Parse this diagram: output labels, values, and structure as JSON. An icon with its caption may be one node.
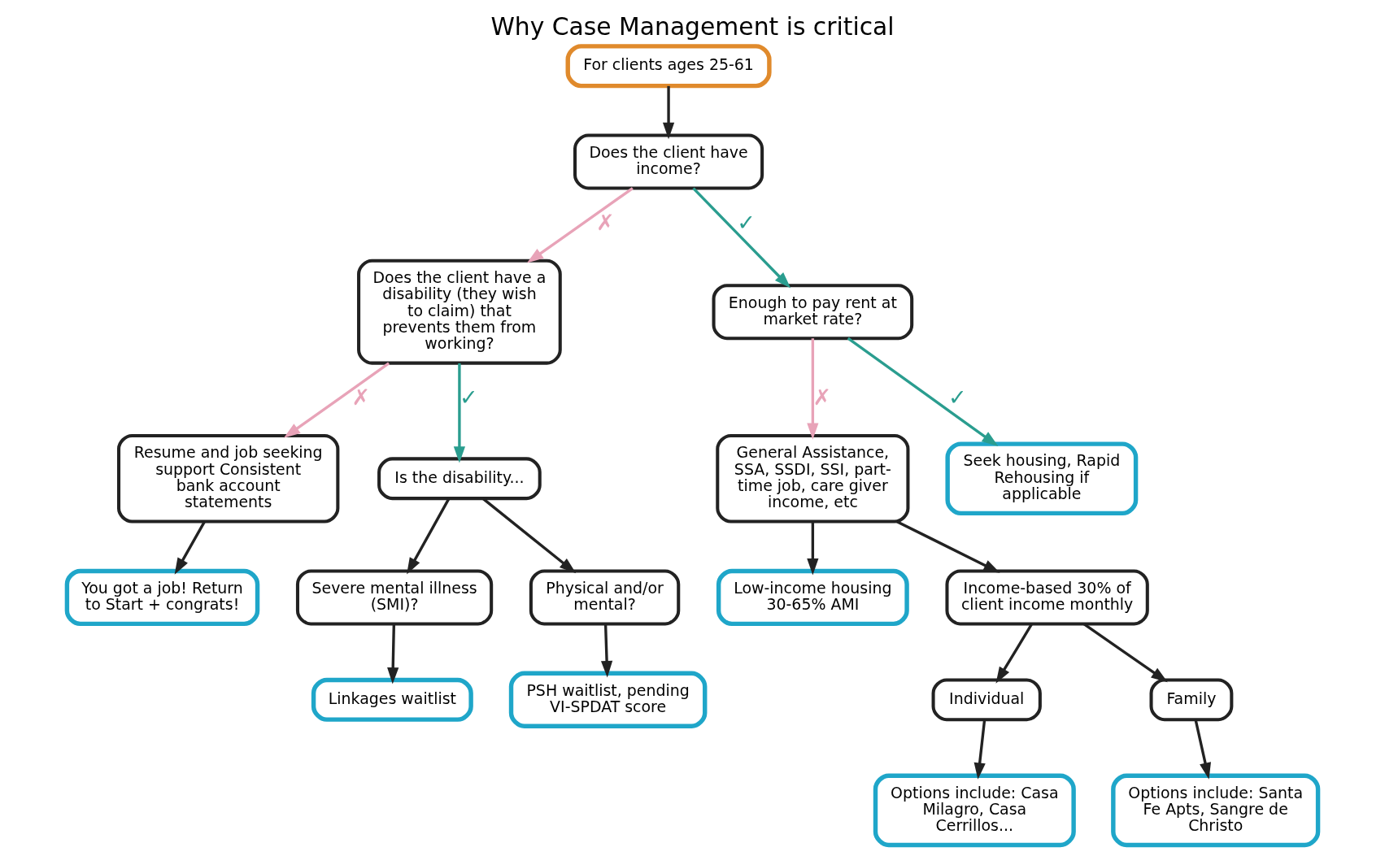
{
  "diagram": {
    "title": "Why Case Management is critical",
    "nodes": [
      {
        "text": [
          "For clients ages 25-61"
        ]
      },
      {
        "text": [
          "Does the client have income?"
        ]
      },
      {
        "text": [
          "Does the client have a disability (they wish to claim) that prevents them from working?"
        ]
      },
      {
        "text": [
          "Resume and job seeking support Consistent bank account statements"
        ]
      },
      {
        "text": [
          "You got a job! Return to Start + congrats!"
        ]
      },
      {
        "text": [
          "Low-income housing 30-65% AMI"
        ]
      },
      {
        "text": [
          "Enough to pay rent at market rate?"
        ]
      },
      {
        "text": [
          "Is the disability..."
        ]
      },
      {
        "text": [
          "Severe mental illness (SMI)?"
        ]
      },
      {
        "text": [
          "General Assistance, SSA, SSDI, SSI, part-time job, care giver income, etc"
        ]
      },
      {
        "text": [
          "Seek housing, Rapid Rehousing if applicable"
        ]
      },
      {
        "text": [
          "Physical and/or mental?"
        ]
      },
      {
        "text": [
          "Linkages waitlist"
        ]
      },
      {
        "text": [
          "Income-based 30% of client income monthly"
        ]
      },
      {
        "text": [
          "Individual"
        ]
      },
      {
        "text": [
          "Options include: Casa Milagro, Casa Cerrillos..."
        ]
      },
      {
        "text": [
          "Family"
        ]
      },
      {
        "text": [
          "Options include: Santa Fe Apts, Sangre de Christo"
        ]
      },
      {
        "text": [
          "PSH waitlist, pending VI-SPDAT score"
        ]
      }
    ],
    "edges": [
      {
        "from": 0,
        "to": 1,
        "arrow": "to"
      },
      {
        "from": 1,
        "to": 2,
        "arrow": "to",
        "label": "✗",
        "color": "#e8a3b8"
      },
      {
        "from": 2,
        "to": 3,
        "arrow": "to",
        "label": "✗",
        "color": "#e8a3b8"
      },
      {
        "from": 3,
        "to": 4,
        "arrow": "to"
      },
      {
        "from": 1,
        "to": 6,
        "arrow": "to",
        "label": "✓",
        "color": "#2a9d8f"
      },
      {
        "from": 2,
        "to": 7,
        "arrow": "to",
        "label": "✓",
        "color": "#2a9d8f"
      },
      {
        "from": 6,
        "to": 9,
        "arrow": "to",
        "label": "✗",
        "color": "#e8a3b8"
      },
      {
        "from": 6,
        "to": 10,
        "arrow": "to",
        "label": "✓",
        "color": "#2a9d8f"
      },
      {
        "from": 9,
        "to": 5,
        "arrow": "to"
      },
      {
        "from": 9,
        "to": 13,
        "arrow": "to"
      },
      {
        "from": 7,
        "to": 8,
        "arrow": "to"
      },
      {
        "from": 7,
        "to": 11,
        "arrow": "to"
      },
      {
        "from": 8,
        "to": 12,
        "arrow": "to"
      },
      {
        "from": 11,
        "to": 18,
        "arrow": "to"
      },
      {
        "from": 13,
        "to": 14,
        "arrow": "to"
      },
      {
        "from": 13,
        "to": 16,
        "arrow": "to"
      },
      {
        "from": 14,
        "to": 15,
        "arrow": "to"
      },
      {
        "from": 16,
        "to": 17,
        "arrow": "to"
      }
    ]
  }
}
